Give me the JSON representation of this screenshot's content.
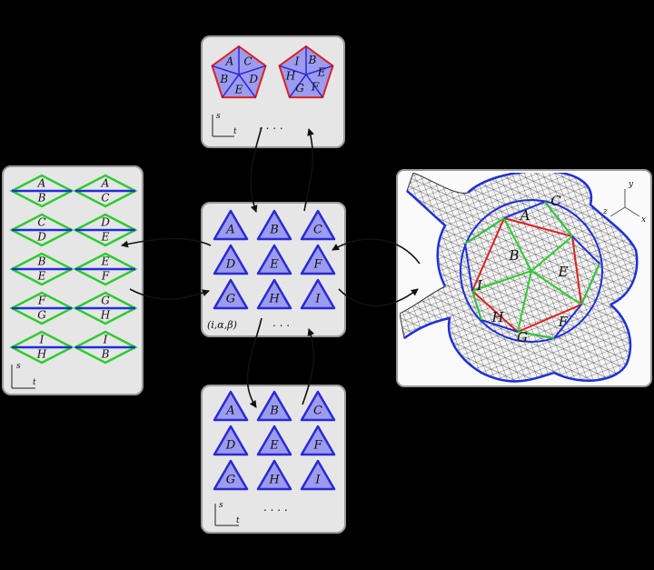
{
  "colors": {
    "background": "#000000",
    "panel_fill": "#e6e6e6",
    "panel_border": "#9a9a9a",
    "triangle_fill": "#9b9bef",
    "triangle_stroke": "#2a2ad4",
    "pentagon_edge": "#e02020",
    "green": "#2ecc2e",
    "blue": "#1f2fd8",
    "red": "#e02020"
  },
  "top_panel": {
    "pentagon_left": [
      "A",
      "C",
      "D",
      "E",
      "B"
    ],
    "pentagon_right": [
      "I",
      "B",
      "E",
      "F",
      "G",
      "H"
    ],
    "ellipsis": ". . . .",
    "axis_s": "s",
    "axis_t": "t"
  },
  "center_panel": {
    "triangles": [
      "A",
      "B",
      "C",
      "D",
      "E",
      "F",
      "G",
      "H",
      "I"
    ],
    "index_label": "(i,α,β)",
    "ellipsis": ". . ."
  },
  "bottom_panel": {
    "triangles": [
      "A",
      "B",
      "C",
      "D",
      "E",
      "F",
      "G",
      "H",
      "I"
    ],
    "ellipsis": ". . . .",
    "axis_s": "s",
    "axis_t": "t"
  },
  "left_panel": {
    "diamonds": [
      {
        "top": "A",
        "bottom": "B"
      },
      {
        "top": "A",
        "bottom": "C"
      },
      {
        "top": "C",
        "bottom": "D"
      },
      {
        "top": "D",
        "bottom": "E"
      },
      {
        "top": "B",
        "bottom": "E"
      },
      {
        "top": "E",
        "bottom": "F"
      },
      {
        "top": "F",
        "bottom": "G"
      },
      {
        "top": "G",
        "bottom": "H"
      },
      {
        "top": "I",
        "bottom": "H"
      },
      {
        "top": "I",
        "bottom": "B"
      }
    ],
    "axis_s": "s",
    "axis_t": "t"
  },
  "model_panel": {
    "labels": [
      "A",
      "C",
      "B",
      "E",
      "I",
      "H",
      "G",
      "F"
    ],
    "axis_x": "x",
    "axis_y": "y",
    "axis_z": "z"
  }
}
